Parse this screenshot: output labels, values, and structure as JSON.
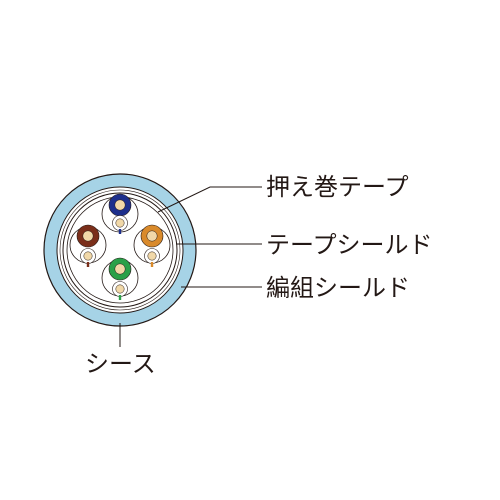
{
  "labels": {
    "press_tape": "押え巻テープ",
    "tape_shield": "テープシールド",
    "braid_shield": "編組シールド",
    "sheath": "シース"
  },
  "colors": {
    "sheath_fill": "#a6d3e6",
    "outline": "#231815",
    "leader_line": "#231815",
    "pair_blue": "#1d2f8c",
    "pair_orange": "#d98a2b",
    "pair_green": "#2aa048",
    "pair_brown": "#7a2e1a",
    "conductor": "#f1d8a8",
    "partner_wire": "#ffffff",
    "blue_tint": "#cfe6f2"
  },
  "icons": {
    "cable": "cable-cross-section-icon"
  }
}
